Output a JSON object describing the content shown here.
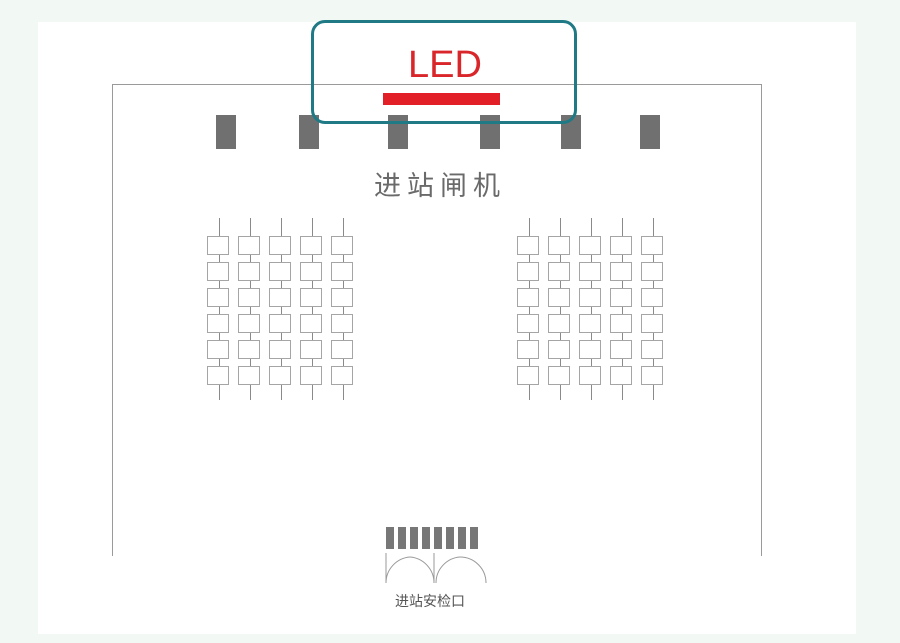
{
  "led": {
    "label": "LED"
  },
  "gates": {
    "title": "进站闸机"
  },
  "security": {
    "label": "进站安检口"
  },
  "colors": {
    "led_text": "#d9262a",
    "led_bar": "#e21f26",
    "highlight_frame": "#1f7a86",
    "pillar": "#707070",
    "wall": "#9a9a9a"
  }
}
